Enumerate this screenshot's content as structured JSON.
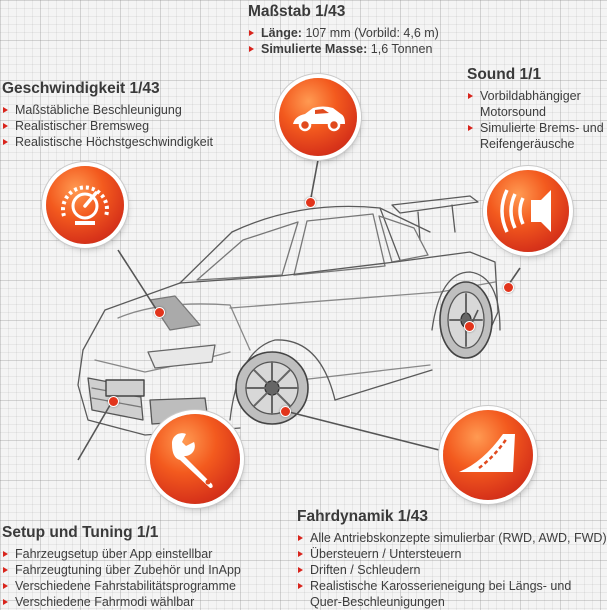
{
  "scale": {
    "title": "Maßstab 1/43",
    "items": [
      {
        "label": "Länge:",
        "text": " 107 mm (Vorbild: 4,6 m)"
      },
      {
        "label": "Simulierte Masse:",
        "text": " 1,6 Tonnen"
      }
    ]
  },
  "speed": {
    "title": "Geschwindigkeit 1/43",
    "items": [
      "Maßstäbliche Beschleunigung",
      "Realistischer Bremsweg",
      "Realistische Höchstgeschwindigkeit"
    ]
  },
  "sound": {
    "title": "Sound 1/1",
    "items": [
      "Vorbildabhängiger Motorsound",
      "Simulierte Brems- und Reifengeräusche"
    ]
  },
  "setup": {
    "title": "Setup und Tuning 1/1",
    "items": [
      "Fahrzeugsetup über App einstellbar",
      "Fahrzeugtuning über Zubehör und InApp",
      "Verschiedene Fahrstabilitätsprogramme",
      "Verschiedene Fahrmodi wählbar"
    ]
  },
  "dynamics": {
    "title": "Fahrdynamik 1/43",
    "items": [
      "Alle Antriebskonzepte simulierbar (RWD, AWD, FWD)",
      "Übersteuern / Untersteuern",
      "Driften / Schleudern",
      "Realistische Karosserieneigung bei Längs- und Quer-Beschleunigungen"
    ]
  },
  "colors": {
    "accent": "#e2341b",
    "bullet": "#d8241c",
    "text": "#3d3d3d"
  },
  "icons": [
    "car-icon",
    "speedometer-icon",
    "speaker-icon",
    "wrench-icon",
    "road-curve-icon"
  ]
}
